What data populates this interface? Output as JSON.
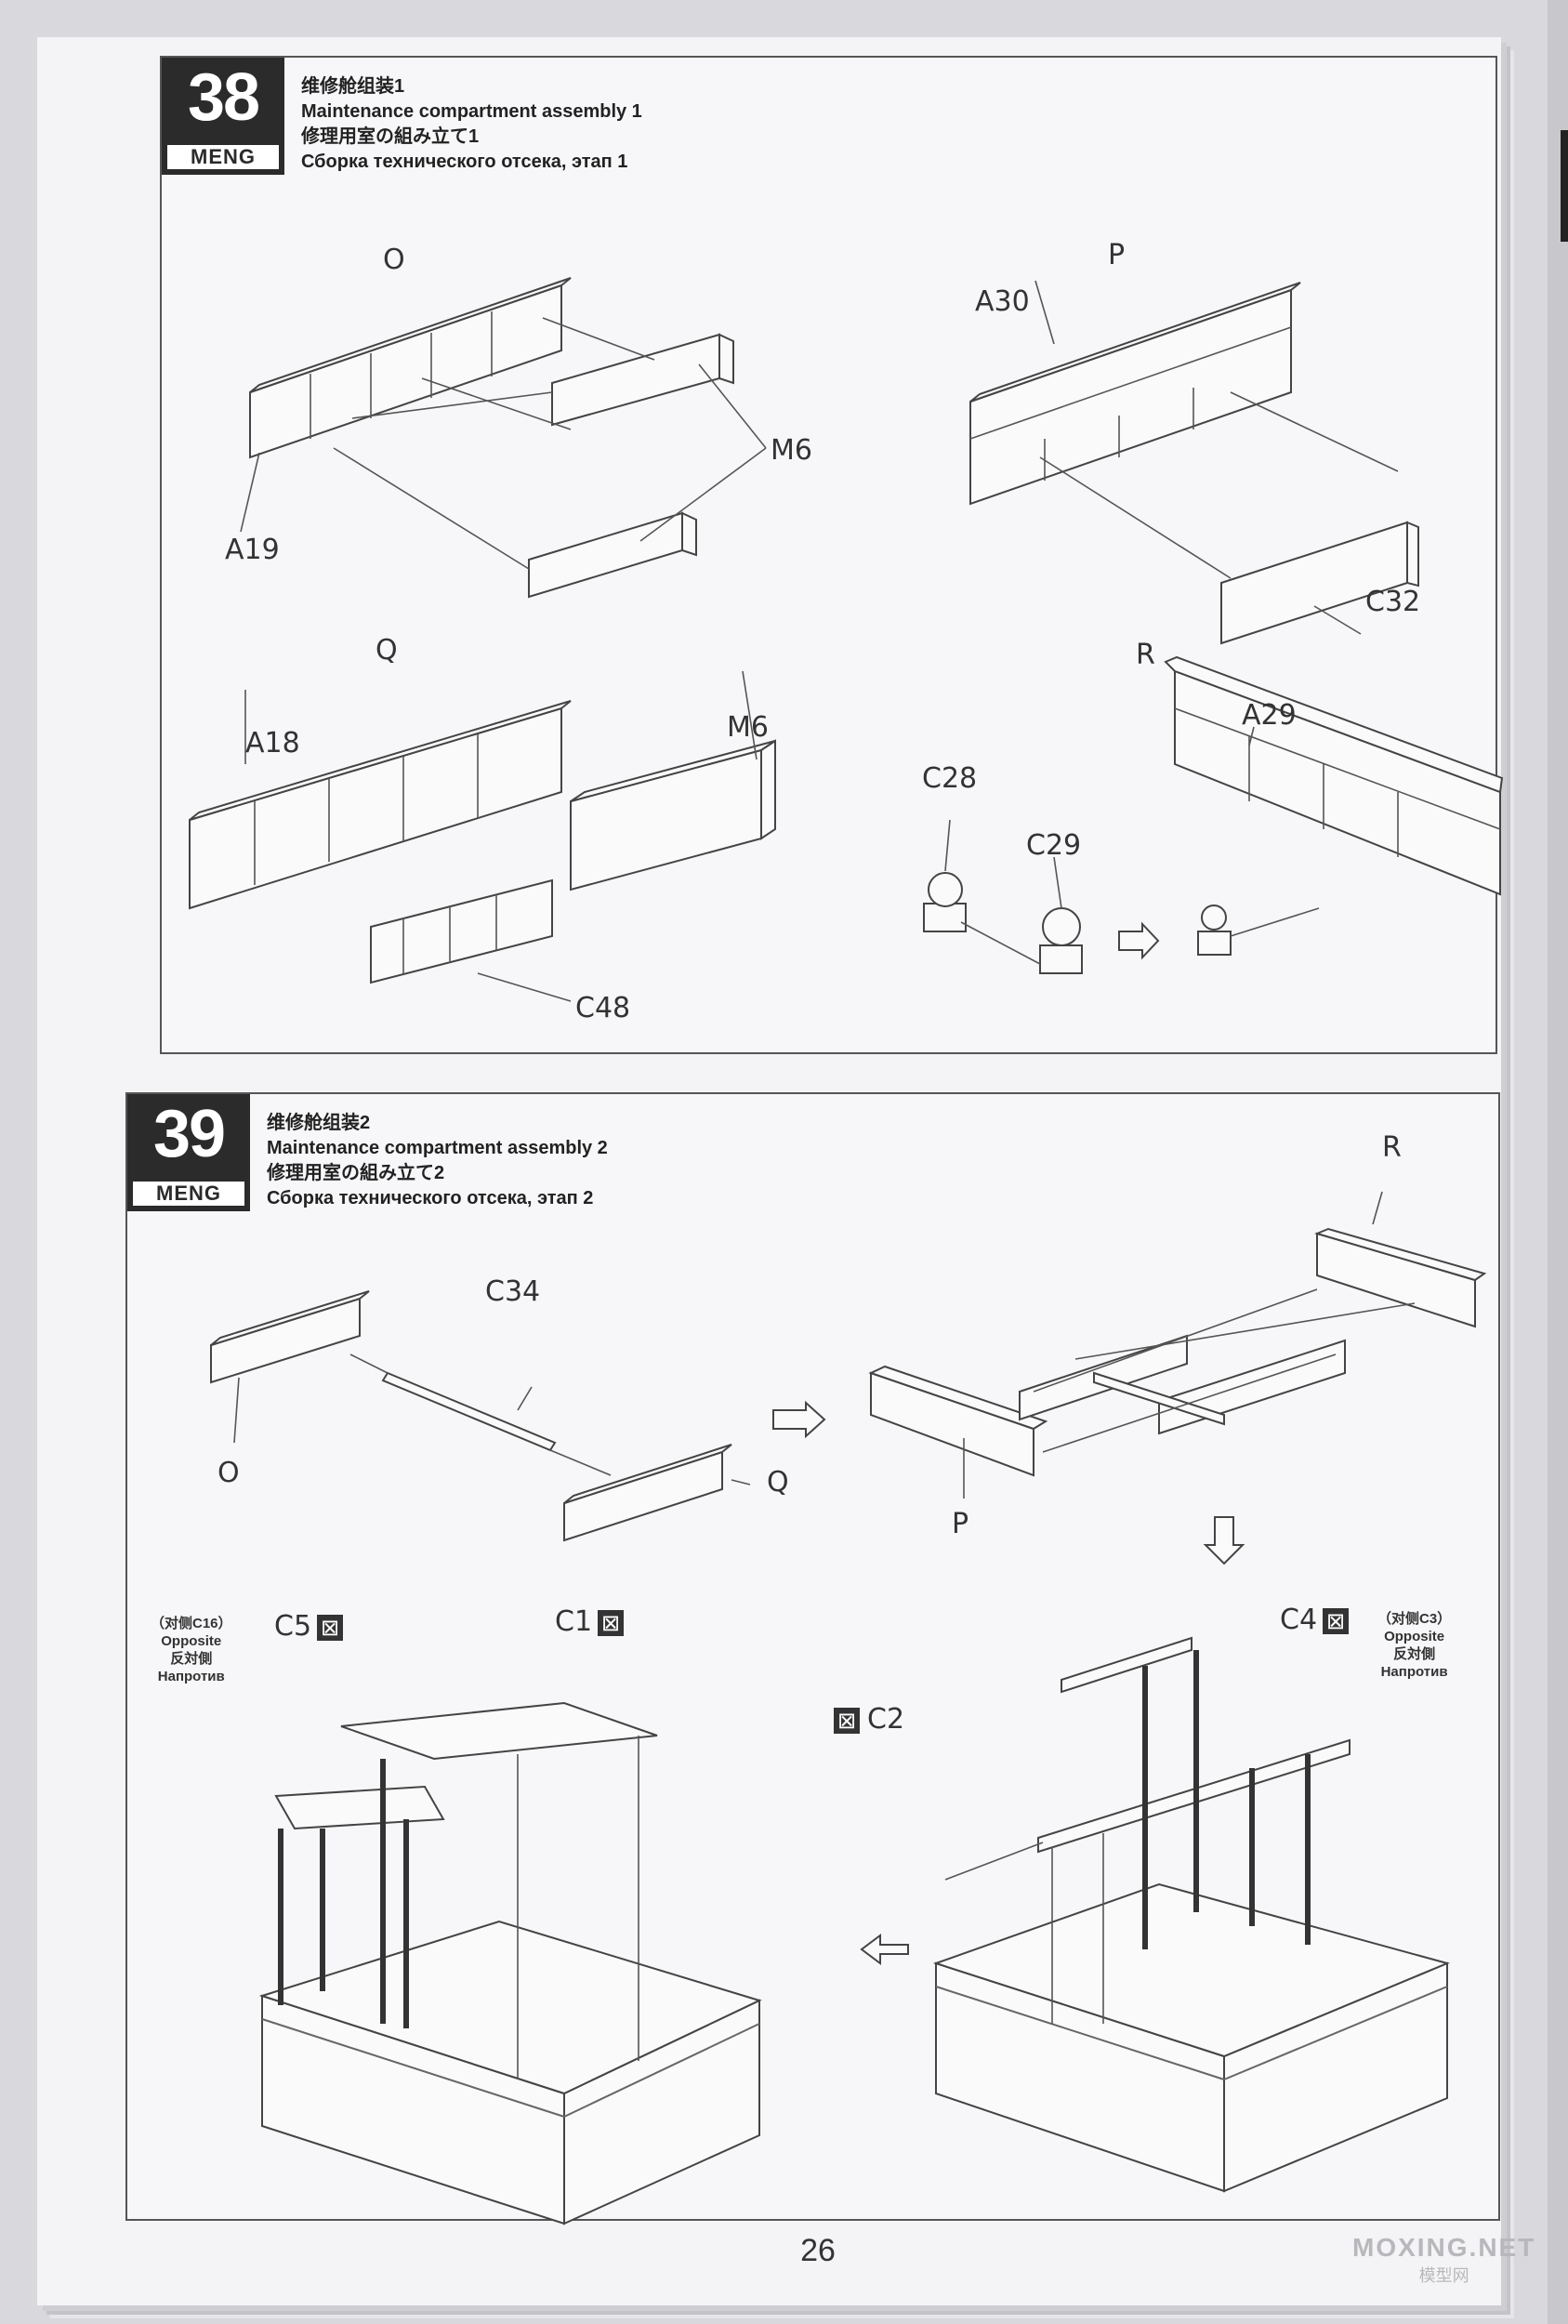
{
  "steps": [
    {
      "number": "38",
      "brand": "MENG",
      "title_zh": "维修舱组装1",
      "title_en": "Maintenance compartment assembly 1",
      "title_ja": "修理用室の組み立て1",
      "title_ru": "Сборка технического отсека, этап 1",
      "labels": {
        "sub_o": "O",
        "sub_p": "P",
        "sub_q": "Q",
        "sub_r": "R",
        "a19": "A19",
        "m6_o": "M6",
        "a30": "A30",
        "c32": "C32",
        "a18": "A18",
        "m6_q": "M6",
        "c48": "C48",
        "c28": "C28",
        "c29": "C29",
        "a29": "A29"
      }
    },
    {
      "number": "39",
      "brand": "MENG",
      "title_zh": "维修舱组装2",
      "title_en": "Maintenance compartment assembly 2",
      "title_ja": "修理用室の組み立て2",
      "title_ru": "Сборка технического отсека, этап 2",
      "labels": {
        "r": "R",
        "c34": "C34",
        "o": "O",
        "q": "Q",
        "p": "P",
        "c5": "C5",
        "c1": "C1",
        "c4": "C4",
        "c2": "C2",
        "opp_left_zh": "（对侧C16）",
        "opp_right_zh": "（对侧C3）",
        "opp_en": "Opposite",
        "opp_ja": "反対側",
        "opp_ru": "Напротив"
      },
      "cut_glyph": "⊠"
    }
  ],
  "page_number": "26",
  "watermark": {
    "line1": "MOXING.NET",
    "line2": "模型网"
  }
}
